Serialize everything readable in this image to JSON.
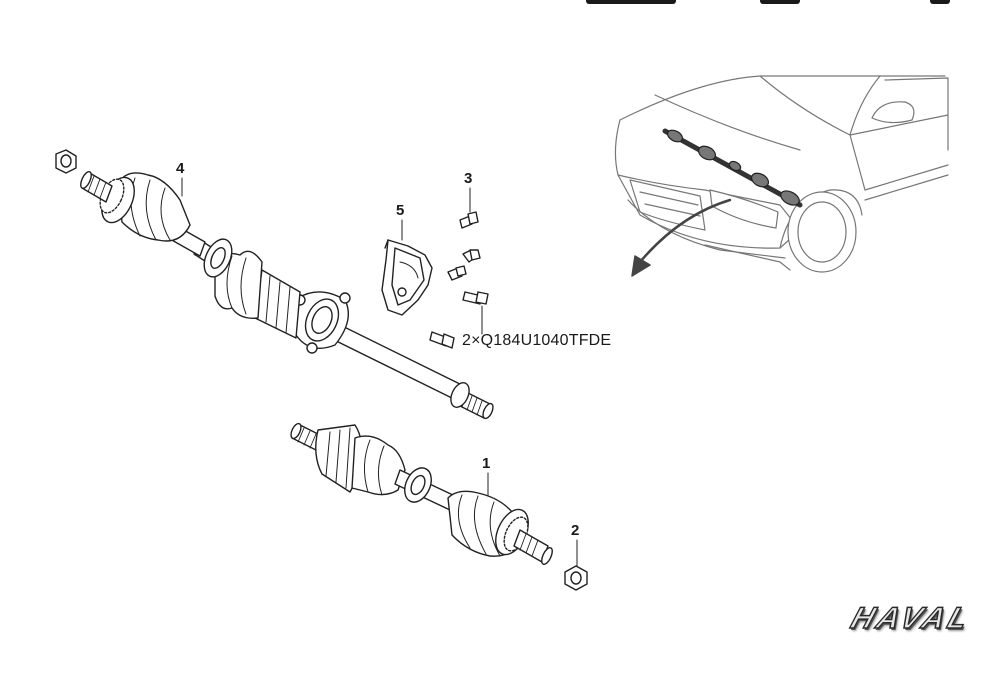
{
  "callouts": {
    "part1": "1",
    "part2": "2",
    "part3": "3",
    "part4": "4",
    "part5": "5"
  },
  "bolt_spec": "2×Q184U1040TFDE",
  "brand": "HAVAL"
}
